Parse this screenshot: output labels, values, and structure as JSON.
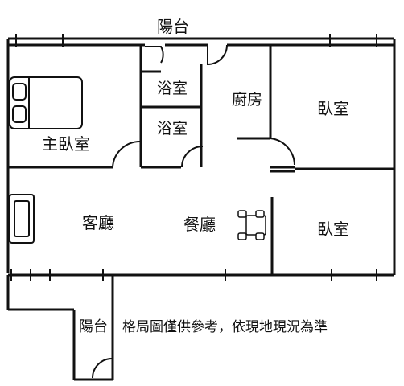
{
  "rooms": {
    "balcony_top": "陽台",
    "master_bedroom": "主臥室",
    "bathroom_1": "浴室",
    "bathroom_2": "浴室",
    "kitchen": "廚房",
    "bedroom_right_top": "臥室",
    "living_room": "客廳",
    "dining_room": "餐廳",
    "bedroom_right_bottom": "臥室",
    "balcony_bottom": "陽台"
  },
  "note": "格局圖僅供參考，依現地現況為準",
  "colors": {
    "wall": "#111111",
    "background": "#ffffff"
  }
}
